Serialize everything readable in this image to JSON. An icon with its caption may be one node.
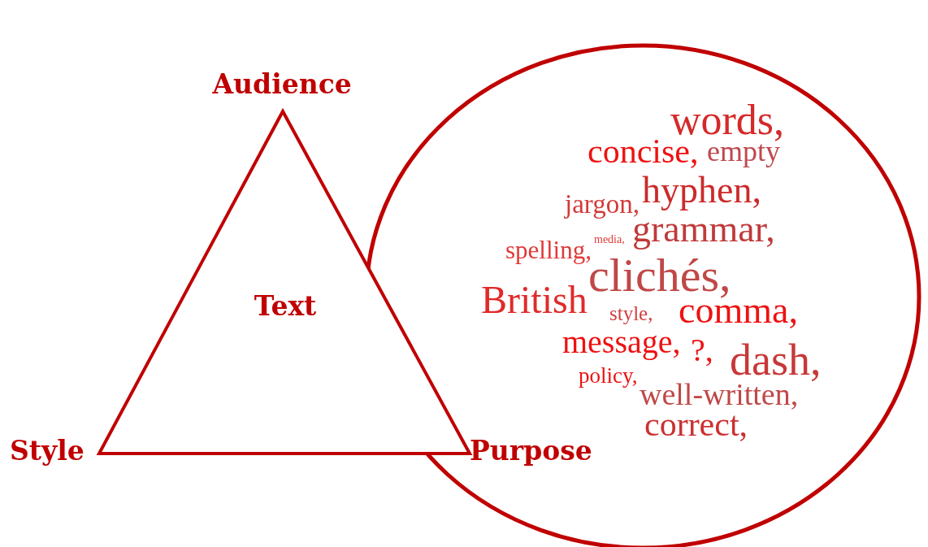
{
  "diagram": {
    "nodes": [
      {
        "text": [
          "Text"
        ]
      },
      {
        "text": [
          "words,",
          "concise,",
          "empty",
          "jargon,",
          "hyphen,",
          "spelling,",
          "media,",
          "grammar,",
          "clichés,",
          "British",
          "style,",
          "comma,",
          "message,",
          "?,",
          "dash,",
          "policy,",
          "well-written,",
          "correct,"
        ]
      }
    ],
    "edges": [],
    "labels": [
      "Audience",
      "Style",
      "Purpose"
    ]
  }
}
